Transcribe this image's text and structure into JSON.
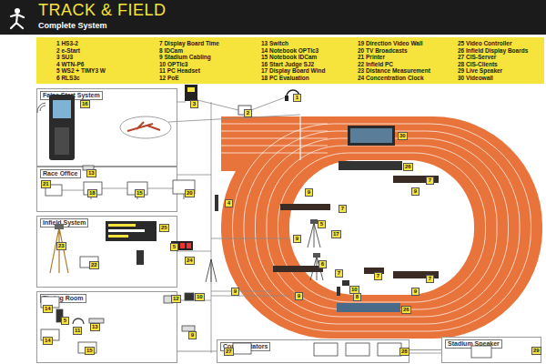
{
  "diagram": {
    "title": "TRACK & FIELD",
    "nodes": [
      {
        "text": [
          "False Start System"
        ]
      },
      {
        "text": [
          "Race Office"
        ]
      },
      {
        "text": [
          "Infield System"
        ]
      },
      {
        "text": [
          "Timing Room"
        ]
      },
      {
        "text": [
          "Commentators"
        ]
      },
      {
        "text": [
          "Stadium Speaker"
        ]
      }
    ],
    "edges": [
      {
        "from": 3,
        "to": 4,
        "arrow": "none"
      },
      {
        "from": 4,
        "to": 5,
        "arrow": "none"
      }
    ],
    "labels": [
      "Complete System",
      "1 HS3-2",
      "2 e-Start",
      "3 SU3",
      "4 WTN-P6",
      "5 WS2 + TIMY3 W",
      "6 RLS3c",
      "7 Display Board Time",
      "8 IDCam",
      "9 Stadium Cabling",
      "10 OPTIc3",
      "11 PC Headset",
      "12 PoE",
      "13 Switch",
      "14 Notebook OPTIc3",
      "15 Notebook IDCam",
      "16 Start Judge SJ2",
      "17 Display Board Wind",
      "18 PC Evaluation",
      "19 Direction Video Wall",
      "20 TV Broadcasts",
      "21 Printer",
      "22 Infield PC",
      "23 Distance Measurement",
      "24 Concentration Clock",
      "25 Video Controller",
      "26 Infield Display Boards",
      "27 CIS-Server",
      "28 CIS-Clients",
      "29 Live Speaker",
      "30 Videowall",
      "16",
      "3",
      "2",
      "1",
      "4",
      "30",
      "26",
      "7",
      "9",
      "9",
      "7",
      "13",
      "21",
      "18",
      "15",
      "20",
      "25",
      "5",
      "17",
      "5",
      "24",
      "23",
      "22",
      "9",
      "6",
      "7",
      "7",
      "7",
      "9",
      "10",
      "8",
      "9",
      "9",
      "26",
      "10",
      "12",
      "14",
      "5",
      "11",
      "13",
      "14",
      "15",
      "9",
      "27",
      "28",
      "29"
    ]
  }
}
